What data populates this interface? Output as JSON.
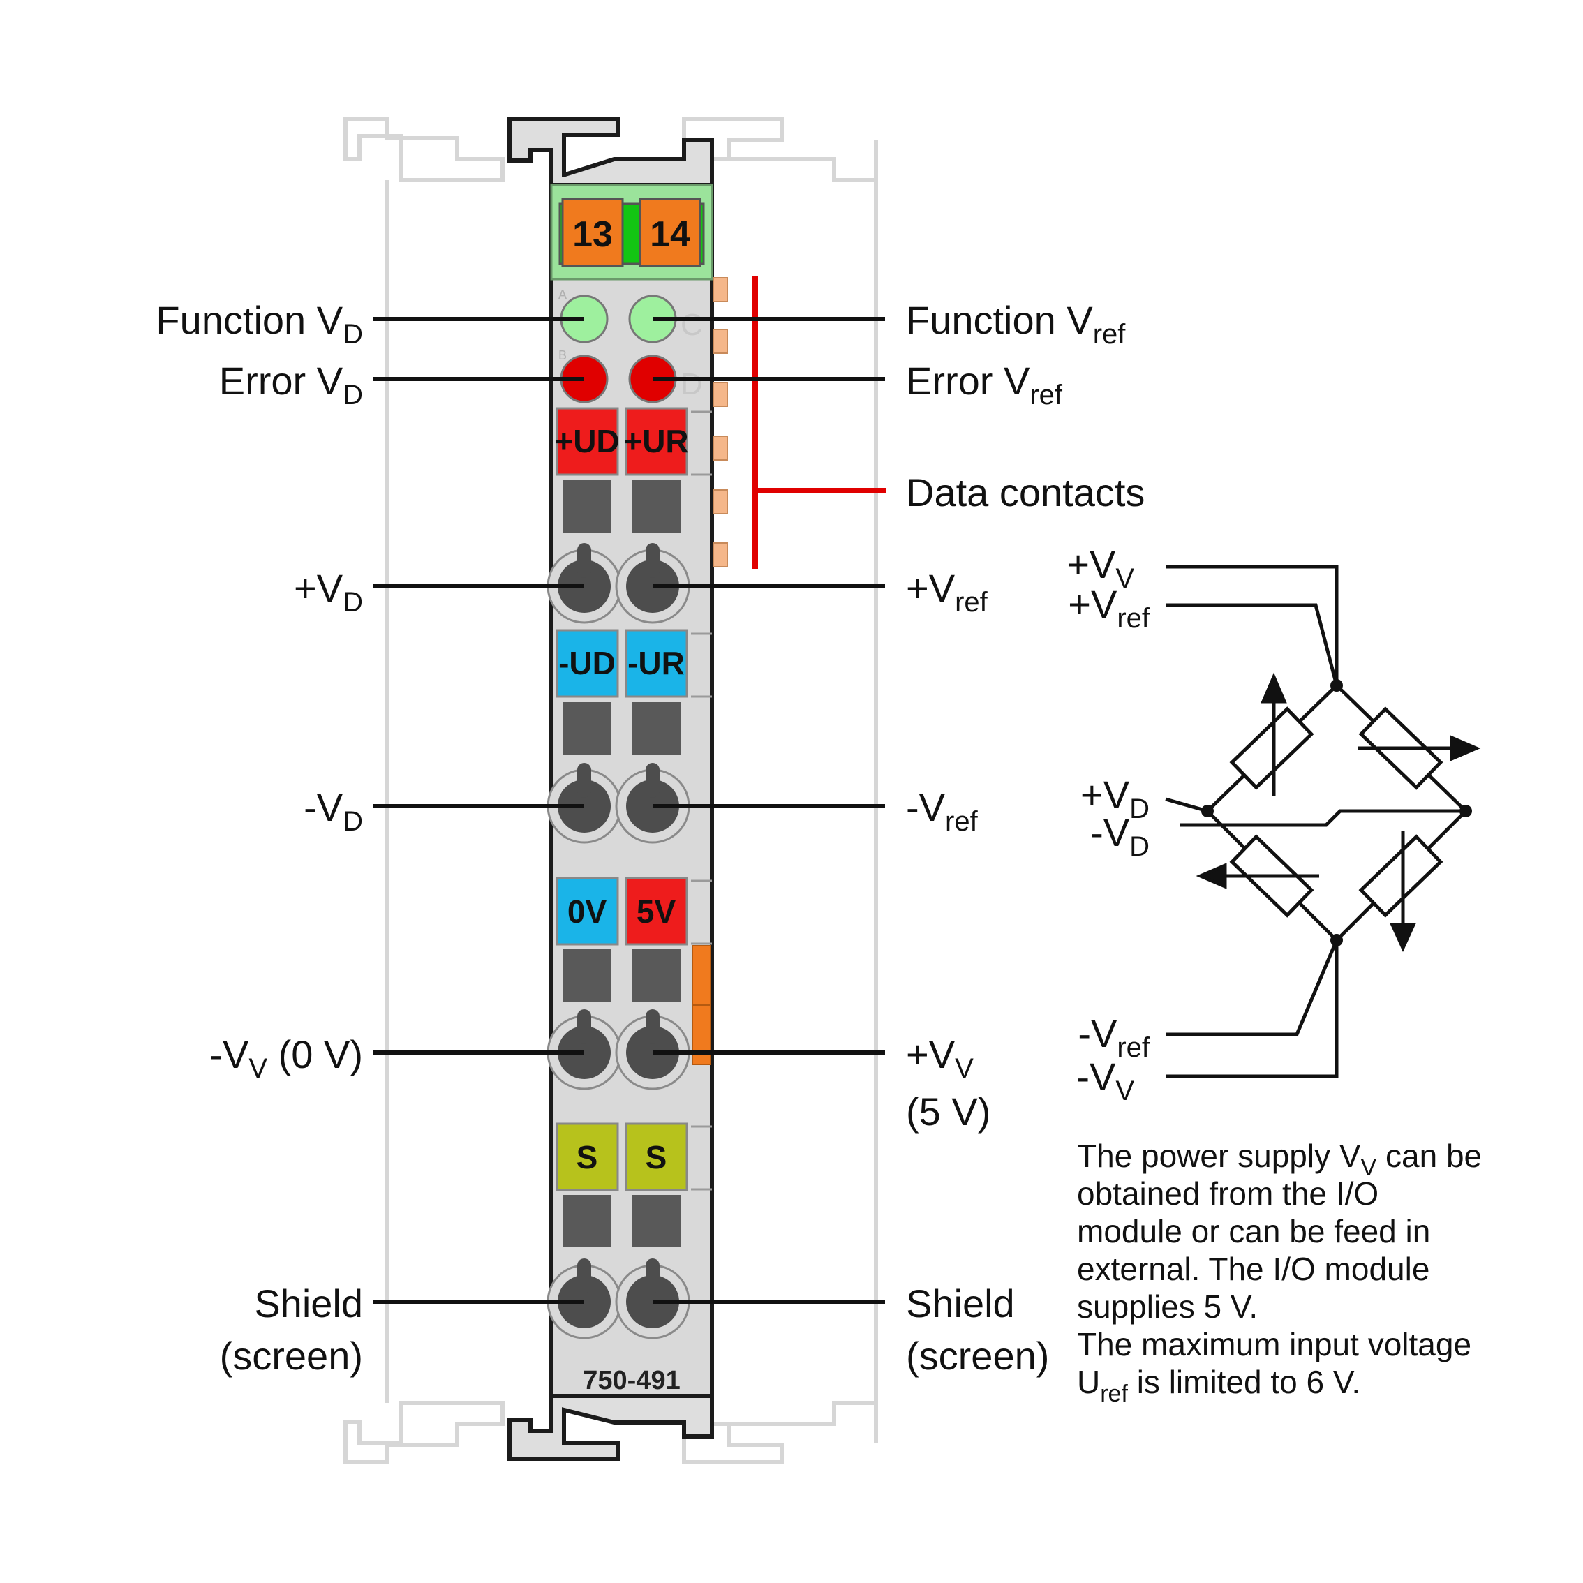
{
  "module": {
    "model": "750-491",
    "connector_numbers": [
      "13",
      "14"
    ],
    "led_letters": [
      "A",
      "B",
      "C",
      "D"
    ],
    "terminal_tags": [
      {
        "text": "+UD",
        "color": "#ee1c1c"
      },
      {
        "text": "+UR",
        "color": "#ee1c1c"
      },
      {
        "text": "-UD",
        "color": "#1ab4e8"
      },
      {
        "text": "-UR",
        "color": "#1ab4e8"
      },
      {
        "text": "0V",
        "color": "#1ab4e8"
      },
      {
        "text": "5V",
        "color": "#ee1c1c"
      },
      {
        "text": "S",
        "color": "#b7c21c"
      },
      {
        "text": "S",
        "color": "#b7c21c"
      }
    ],
    "colors": {
      "housing": "#d9d9d9",
      "top_cap": "#9be39b",
      "connector": "#f07a1e",
      "led_green": "#9ef09e",
      "led_red": "#e00000",
      "data_contact": "#f5b78a",
      "data_bracket": "#e00000"
    }
  },
  "labels_left": {
    "function_vd": {
      "main": "Function V",
      "sub": "D"
    },
    "error_vd": {
      "main": "Error V",
      "sub": "D"
    },
    "plus_vd": {
      "main": "+V",
      "sub": "D"
    },
    "minus_vd": {
      "main": "-V",
      "sub": "D"
    },
    "minus_vv": {
      "main": "-V",
      "sub": "V",
      "tail": " (0 V)"
    },
    "shield": {
      "line1": "Shield",
      "line2": "(screen)"
    }
  },
  "labels_right": {
    "function_vref": {
      "main": "Function V",
      "sub": "ref"
    },
    "error_vref": {
      "main": "Error V",
      "sub": "ref"
    },
    "data_contacts": "Data contacts",
    "plus_vref": {
      "main": "+V",
      "sub": "ref"
    },
    "minus_vref": {
      "main": "-V",
      "sub": "ref"
    },
    "plus_vv": {
      "main": "+V",
      "sub": "V",
      "line2": "(5 V)"
    },
    "shield": {
      "line1": "Shield",
      "line2": "(screen)"
    }
  },
  "bridge": {
    "plus_vv": {
      "main": "+V",
      "sub": "V"
    },
    "plus_vref": {
      "main": "+V",
      "sub": "ref"
    },
    "plus_vd": {
      "main": "+V",
      "sub": "D"
    },
    "minus_vd": {
      "main": "-V",
      "sub": "D"
    },
    "minus_vref": {
      "main": "-V",
      "sub": "ref"
    },
    "minus_vv": {
      "main": "-V",
      "sub": "V"
    }
  },
  "note": {
    "l1a": "The power supply V",
    "l1sub": "V",
    "l1b": " can be",
    "l2": "obtained from the I/O",
    "l3": "module or can be feed in",
    "l4": "external. The I/O module",
    "l5": "supplies 5 V.",
    "l6": "The maximum input voltage",
    "l7a": "U",
    "l7sub": "ref",
    "l7b": " is limited to 6 V."
  }
}
